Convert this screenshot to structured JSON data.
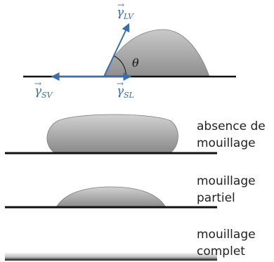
{
  "figure": {
    "vectors": {
      "liquid_vapor": "γ",
      "liquid_vapor_sub": "LV",
      "solid_vapor": "γ",
      "solid_vapor_sub": "SV",
      "solid_liquid": "γ",
      "solid_liquid_sub": "SL",
      "vector_arrow": "→"
    },
    "angle_label": "θ",
    "cases": [
      {
        "line1": "absence de",
        "line2": "mouillage"
      },
      {
        "line1": "mouillage",
        "line2": "partiel"
      },
      {
        "line1": "mouillage",
        "line2": "complet"
      }
    ]
  },
  "colors": {
    "vector": "#3a6eaa",
    "surface": "#111111",
    "drop_dark": "#8f8f8f",
    "drop_light": "#d8d8d8"
  }
}
